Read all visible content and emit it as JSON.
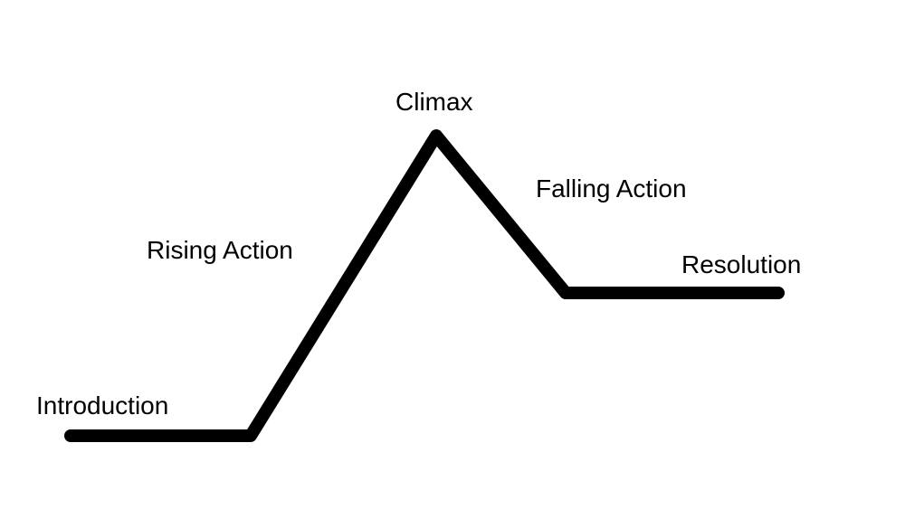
{
  "diagram": {
    "line_color": "#000000",
    "background_color": "#ffffff",
    "stages": [
      {
        "id": "introduction",
        "label": "Introduction"
      },
      {
        "id": "rising-action",
        "label": "Rising Action"
      },
      {
        "id": "climax",
        "label": "Climax"
      },
      {
        "id": "falling-action",
        "label": "Falling Action"
      },
      {
        "id": "resolution",
        "label": "Resolution"
      }
    ]
  }
}
